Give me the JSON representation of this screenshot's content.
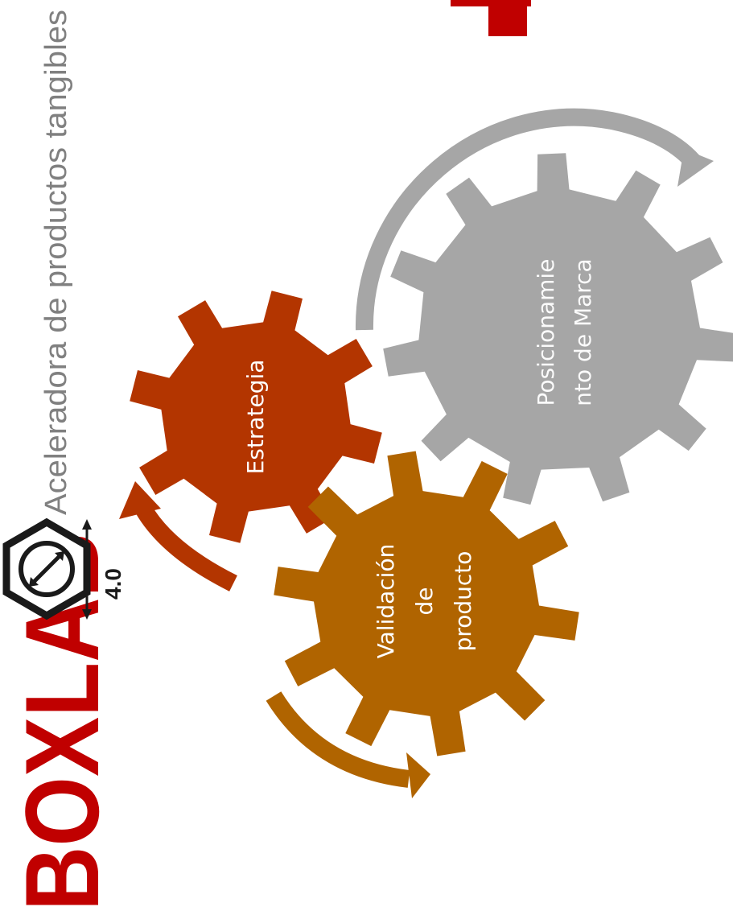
{
  "tagline": "Aceleradora de productos tangibles",
  "logo": {
    "text": "BOXLAB",
    "version": "4.0",
    "accent": "#c00000"
  },
  "gears": [
    {
      "id": "estrategia",
      "lines": [
        "Estrategia"
      ],
      "color": "#b33500"
    },
    {
      "id": "validacion",
      "lines": [
        "Validación",
        "de",
        "producto"
      ],
      "color": "#b06400"
    },
    {
      "id": "posicionamiento",
      "lines": [
        "Posicionamie",
        "nto de Marca"
      ],
      "color": "#a6a6a6"
    }
  ],
  "colors": {
    "text_gray": "#808080",
    "arrow_red": "#b33500",
    "arrow_orange": "#b06400",
    "arrow_gray": "#a6a6a6"
  }
}
